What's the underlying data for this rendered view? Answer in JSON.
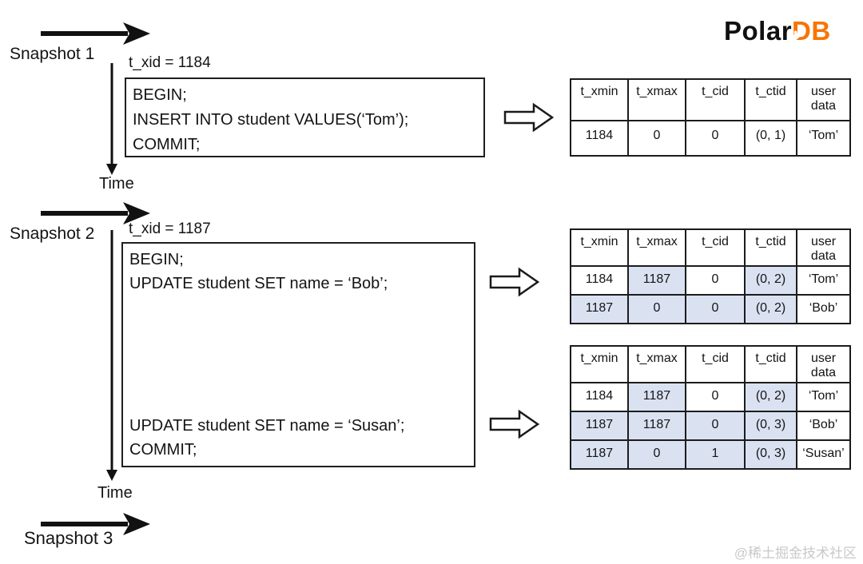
{
  "logo": {
    "text_black": "Polar",
    "d": "D",
    "b": "B",
    "orange_color": "#F87403"
  },
  "watermark": "@稀土掘金技术社区",
  "timeline": {
    "snapshot1": "Snapshot 1",
    "snapshot2": "Snapshot 2",
    "snapshot3": "Snapshot 3",
    "time1": "Time",
    "time2": "Time"
  },
  "transaction1": {
    "txid": "t_xid = 1184",
    "line1": "BEGIN;",
    "line2": "INSERT INTO student VALUES(‘Tom’);",
    "line3": "COMMIT;"
  },
  "transaction2": {
    "txid": "t_xid = 1187",
    "line1": "BEGIN;",
    "line2": "UPDATE student SET name = ‘Bob’;",
    "line3": "UPDATE student SET name = ‘Susan’;",
    "line4": "COMMIT;"
  },
  "highlight_color": "#dae2f2",
  "tables": [
    {
      "headers": [
        "t_xmin",
        "t_xmax",
        "t_cid",
        "t_ctid",
        "user data"
      ],
      "rows": [
        [
          "1184",
          "0",
          "0",
          "(0, 1)",
          "‘Tom’"
        ]
      ],
      "highlights": [
        [
          false,
          false,
          false,
          false,
          false
        ]
      ]
    },
    {
      "headers": [
        "t_xmin",
        "t_xmax",
        "t_cid",
        "t_ctid",
        "user data"
      ],
      "rows": [
        [
          "1184",
          "1187",
          "0",
          "(0, 2)",
          "‘Tom’"
        ],
        [
          "1187",
          "0",
          "0",
          "(0, 2)",
          "‘Bob’"
        ]
      ],
      "highlights": [
        [
          false,
          true,
          false,
          true,
          false
        ],
        [
          true,
          true,
          true,
          true,
          false
        ]
      ]
    },
    {
      "headers": [
        "t_xmin",
        "t_xmax",
        "t_cid",
        "t_ctid",
        "user data"
      ],
      "rows": [
        [
          "1184",
          "1187",
          "0",
          "(0, 2)",
          "‘Tom’"
        ],
        [
          "1187",
          "1187",
          "0",
          "(0, 3)",
          "‘Bob’"
        ],
        [
          "1187",
          "0",
          "1",
          "(0, 3)",
          "‘Susan’"
        ]
      ],
      "highlights": [
        [
          false,
          true,
          false,
          true,
          false
        ],
        [
          true,
          true,
          true,
          true,
          false
        ],
        [
          true,
          true,
          true,
          true,
          false
        ]
      ]
    }
  ]
}
